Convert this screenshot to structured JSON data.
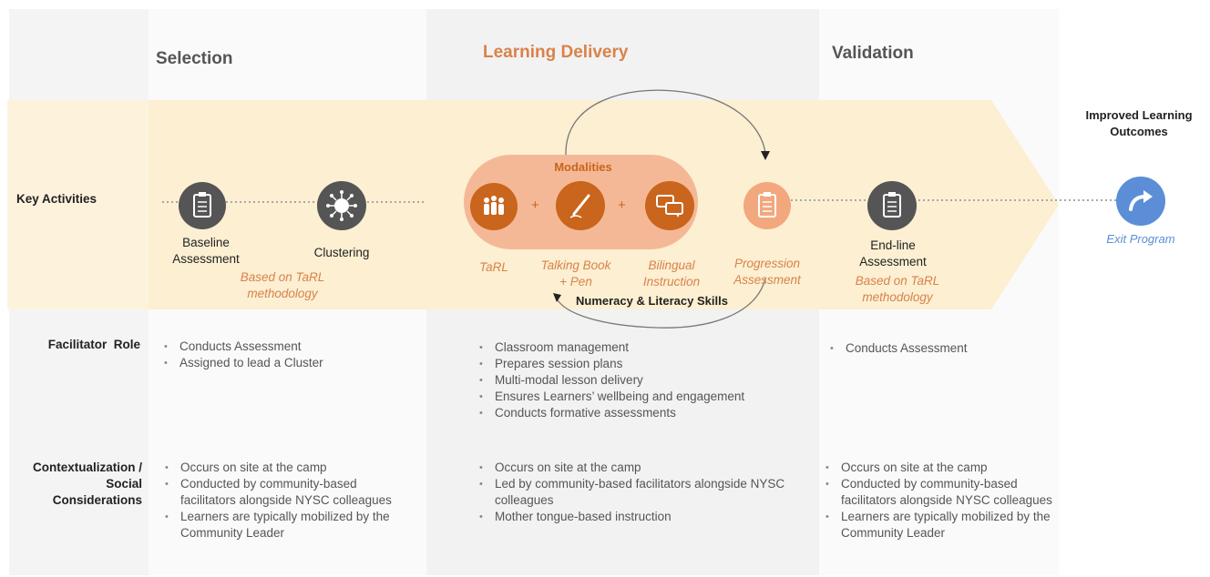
{
  "phases": {
    "selection": "Selection",
    "delivery": "Learning Delivery",
    "validation": "Validation"
  },
  "row_labels": {
    "key_activities": "Key Activities",
    "facilitator_role": "Facilitator  Role",
    "context_line1": "Contextualization /",
    "context_line2": "Social",
    "context_line3": "Considerations"
  },
  "key_activities": {
    "baseline_line1": "Baseline",
    "baseline_line2": "Assessment",
    "clustering": "Clustering",
    "tarl_note_line1": "Based on TaRL",
    "tarl_note_line2": "methodology",
    "modalities": "Modalities",
    "tarl": "TaRL",
    "talking_line1": "Talking Book",
    "talking_line2": "+ Pen",
    "bilingual_line1": "Bilingual",
    "bilingual_line2": "Instruction",
    "progression_line1": "Progression",
    "progression_line2": "Assessment",
    "numeracy": "Numeracy & Literacy Skills",
    "endline_line1": "End-line",
    "endline_line2": "Assessment",
    "endline_note_line1": "Based on TaRL",
    "endline_note_line2": "methodology",
    "plus": "+"
  },
  "outcome": {
    "title_line1": "Improved Learning",
    "title_line2": "Outcomes",
    "exit": "Exit Program"
  },
  "facilitator_role": {
    "selection": [
      "Conducts Assessment",
      "Assigned to lead a Cluster"
    ],
    "delivery": [
      "Classroom management",
      "Prepares session plans",
      "Multi-modal lesson delivery",
      "Ensures Learners’ wellbeing and engagement",
      "Conducts formative assessments"
    ],
    "validation": [
      "Conducts Assessment"
    ]
  },
  "context": {
    "selection": [
      "Occurs on site at the camp",
      "Conducted by community-based facilitators alongside NYSC colleagues",
      "Learners are typically mobilized by the Community Leader"
    ],
    "delivery": [
      "Occurs on site at the camp",
      "Led by community-based facilitators alongside NYSC colleagues",
      "Mother tongue-based instruction"
    ],
    "validation": [
      "Occurs on site at the camp",
      "Conducted by community-based facilitators alongside NYSC colleagues",
      "Learners are typically mobilized by the Community Leader"
    ]
  },
  "colors": {
    "orange": "#d9824a",
    "dark_orange": "#c9651c",
    "band": "#fdf0d3",
    "node_dark": "#545454",
    "exit_blue": "#5b8ed6"
  },
  "icons": {
    "baseline": "clipboard-icon",
    "clustering": "cluster-icon",
    "tarl": "group-icon",
    "talking_book": "pen-icon",
    "bilingual": "speech-bubbles-icon",
    "progression": "clipboard-icon",
    "endline": "clipboard-icon",
    "exit": "exit-arrow-icon"
  }
}
